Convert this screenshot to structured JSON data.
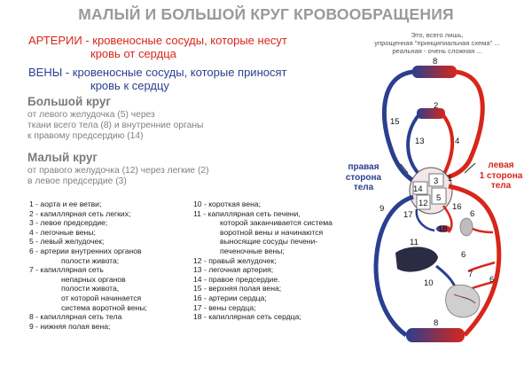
{
  "header": {
    "title": "МАЛЫЙ И БОЛЬШОЙ КРУГ КРОВООБРАЩЕНИЯ"
  },
  "note": {
    "lines": [
      "Это, всего лишь,",
      "упрощенная \"принципиальная схема\" ...",
      "реальная - очень сложная ..."
    ]
  },
  "definitions": {
    "arteries": {
      "line1": "АРТЕРИИ  - кровеносные сосуды, которые несут",
      "line2": "кровь от сердца"
    },
    "veins": {
      "line1": "ВЕНЫ - кровеносные сосуды, которые приносят",
      "line2": "кровь к сердцу"
    }
  },
  "big_circle": {
    "heading": "Большой круг",
    "lines": [
      "от левого желудочка (5) через",
      "ткани всего тела (8)  и внутренние органы",
      "к  правому предсердию (14)"
    ]
  },
  "small_circle": {
    "heading": "Малый круг",
    "lines": [
      "от правого желудочка (12) через легкие (2)",
      "в левое предсердие (3)"
    ]
  },
  "legend_left": [
    "1  - аорта и ее ветви;",
    "2  - капиллярная сеть легких;",
    "3  - левое предсердие;",
    "4  - легочные вены;",
    "5  - левый желудочек;",
    "6  - артерии внутренних органов",
    "полости живота;",
    "7  - капиллярная сеть",
    "непарных органов",
    "полости живота,",
    "от которой начинается",
    "система воротной вены;",
    "8  - капиллярная сеть тела",
    "9  - нижняя полая вена;"
  ],
  "legend_right": [
    "10 - короткая вена;",
    "11 - капиллярная сеть печени,",
    "которой заканчивается система",
    "воротной вены и начинаются",
    "выносящие сосуды печени-",
    "печеночные вены;",
    "12 - правый желудочек;",
    "13 - легочная артерия;",
    "14 - правое предсердие.",
    "15 - верхняя полая вена;",
    "16 - артерии сердца;",
    "17 - вены сердца;",
    "18  - капиллярная сеть сердца;"
  ],
  "diagram": {
    "side_right": {
      "line1": "правая",
      "line2": "сторона",
      "line3": "тела"
    },
    "side_left": {
      "line1": "левая",
      "line2": "1 сторона",
      "line3": "тела"
    },
    "numbers": [
      "8",
      "2",
      "15",
      "13",
      "4",
      "3",
      "1",
      "14",
      "5",
      "12",
      "16",
      "17",
      "9",
      "18",
      "6",
      "11",
      "6",
      "7",
      "6",
      "10",
      "8"
    ],
    "colors": {
      "artery": "#d7261b",
      "vein": "#2a3f8f",
      "capillary": "#8a4a6a",
      "organ": "#bdbdbd"
    }
  }
}
